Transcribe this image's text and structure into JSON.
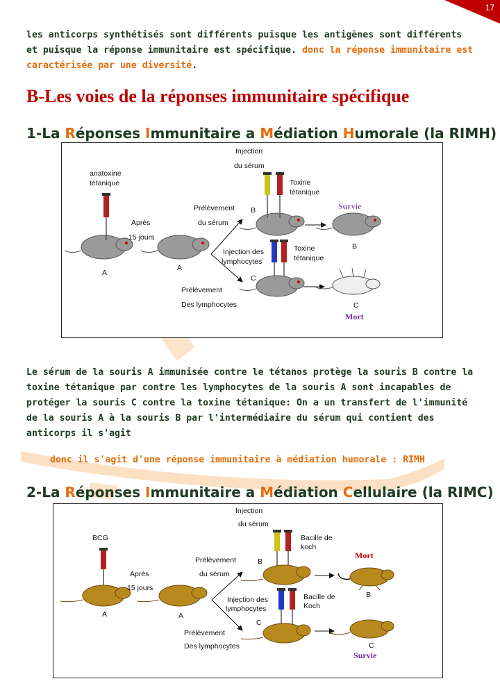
{
  "page_number": "17",
  "intro": {
    "text": "les anticorps synthétisés sont différents puisque les antigènes sont différents et puisque la réponse immunitaire est spécifique.",
    "highlight": "donc la réponse immunitaire est caractérisée par une diversité",
    "end": "."
  },
  "section_title": "B-Les voies de la réponses immunitaire spécifique",
  "sub1": {
    "parts": [
      "1-La ",
      "R",
      "éponses ",
      "I",
      "mmunitaire a ",
      "M",
      "édiation ",
      "H",
      "umorale (la  RIMH)"
    ]
  },
  "fig1": {
    "injection_serum": [
      "Injection",
      "du sérum"
    ],
    "antigen": [
      "anatoxine",
      "tétanique"
    ],
    "toxin_top": [
      "Toxine",
      "tétanique"
    ],
    "toxin_bottom": [
      "Toxine",
      "tétanique"
    ],
    "after": [
      "Après",
      "15 jours"
    ],
    "prelev_serum": [
      "Prélèvement",
      "du sérum"
    ],
    "inj_lympho": [
      "Injection des",
      "lymphocytes"
    ],
    "prelev_lympho": [
      "Prélèvement",
      "Des lymphocytes"
    ],
    "letters": {
      "a1": "A",
      "a2": "A",
      "b_in": "B",
      "b_out": "B",
      "c_in": "C",
      "c_out": "C"
    },
    "status_b": "Survie",
    "status_c": "Mort"
  },
  "conclusion_para": "Le sérum de la souris A immunisée contre le tétanos protège la souris B contre la toxine tétanique par contre les lymphocytes de la souris A sont incapables de protéger la souris C contre la toxine tétanique: On     a un transfert de l'immunité de la souris A à la souris B par l'intermédiaire du sérum qui contient des anticorps il s'agit",
  "conclusion_line": "donc il s'agit d'une réponse immunitaire à médiation humorale : RIMH",
  "sub2": {
    "parts": [
      "2-La ",
      "R",
      "éponses ",
      "I",
      "mmunitaire a ",
      "M",
      "édiation ",
      "C",
      "ellulaire (la  RIMC)"
    ]
  },
  "fig2": {
    "injection_serum": [
      "Injection",
      "du sérum"
    ],
    "antigen": [
      "BCG"
    ],
    "toxin_top": [
      "Bacille de",
      "koch"
    ],
    "toxin_bottom": [
      "Bacille de",
      "Koch"
    ],
    "after": [
      "Après",
      "15 jours"
    ],
    "prelev_serum": [
      "Prélèvement",
      "du sérum"
    ],
    "inj_lympho": [
      "Injection des",
      "lymphocytes"
    ],
    "prelev_lympho": [
      "Prélèvement",
      "Des lymphocytes"
    ],
    "letters": {
      "a1": "A",
      "a2": "A",
      "b_in": "B",
      "b_out": "B",
      "c_in": "C",
      "c_out": "C"
    },
    "status_b": "Mort",
    "status_c": "Survie"
  },
  "colors": {
    "heading_red": "#c00000",
    "highlight_orange": "#e46c0a",
    "text_dark_green": "#1f3a22",
    "status_purple": "#7030a0",
    "mouse_gray": "#9a9a9a",
    "mouse_brown": "#b88a1e"
  }
}
